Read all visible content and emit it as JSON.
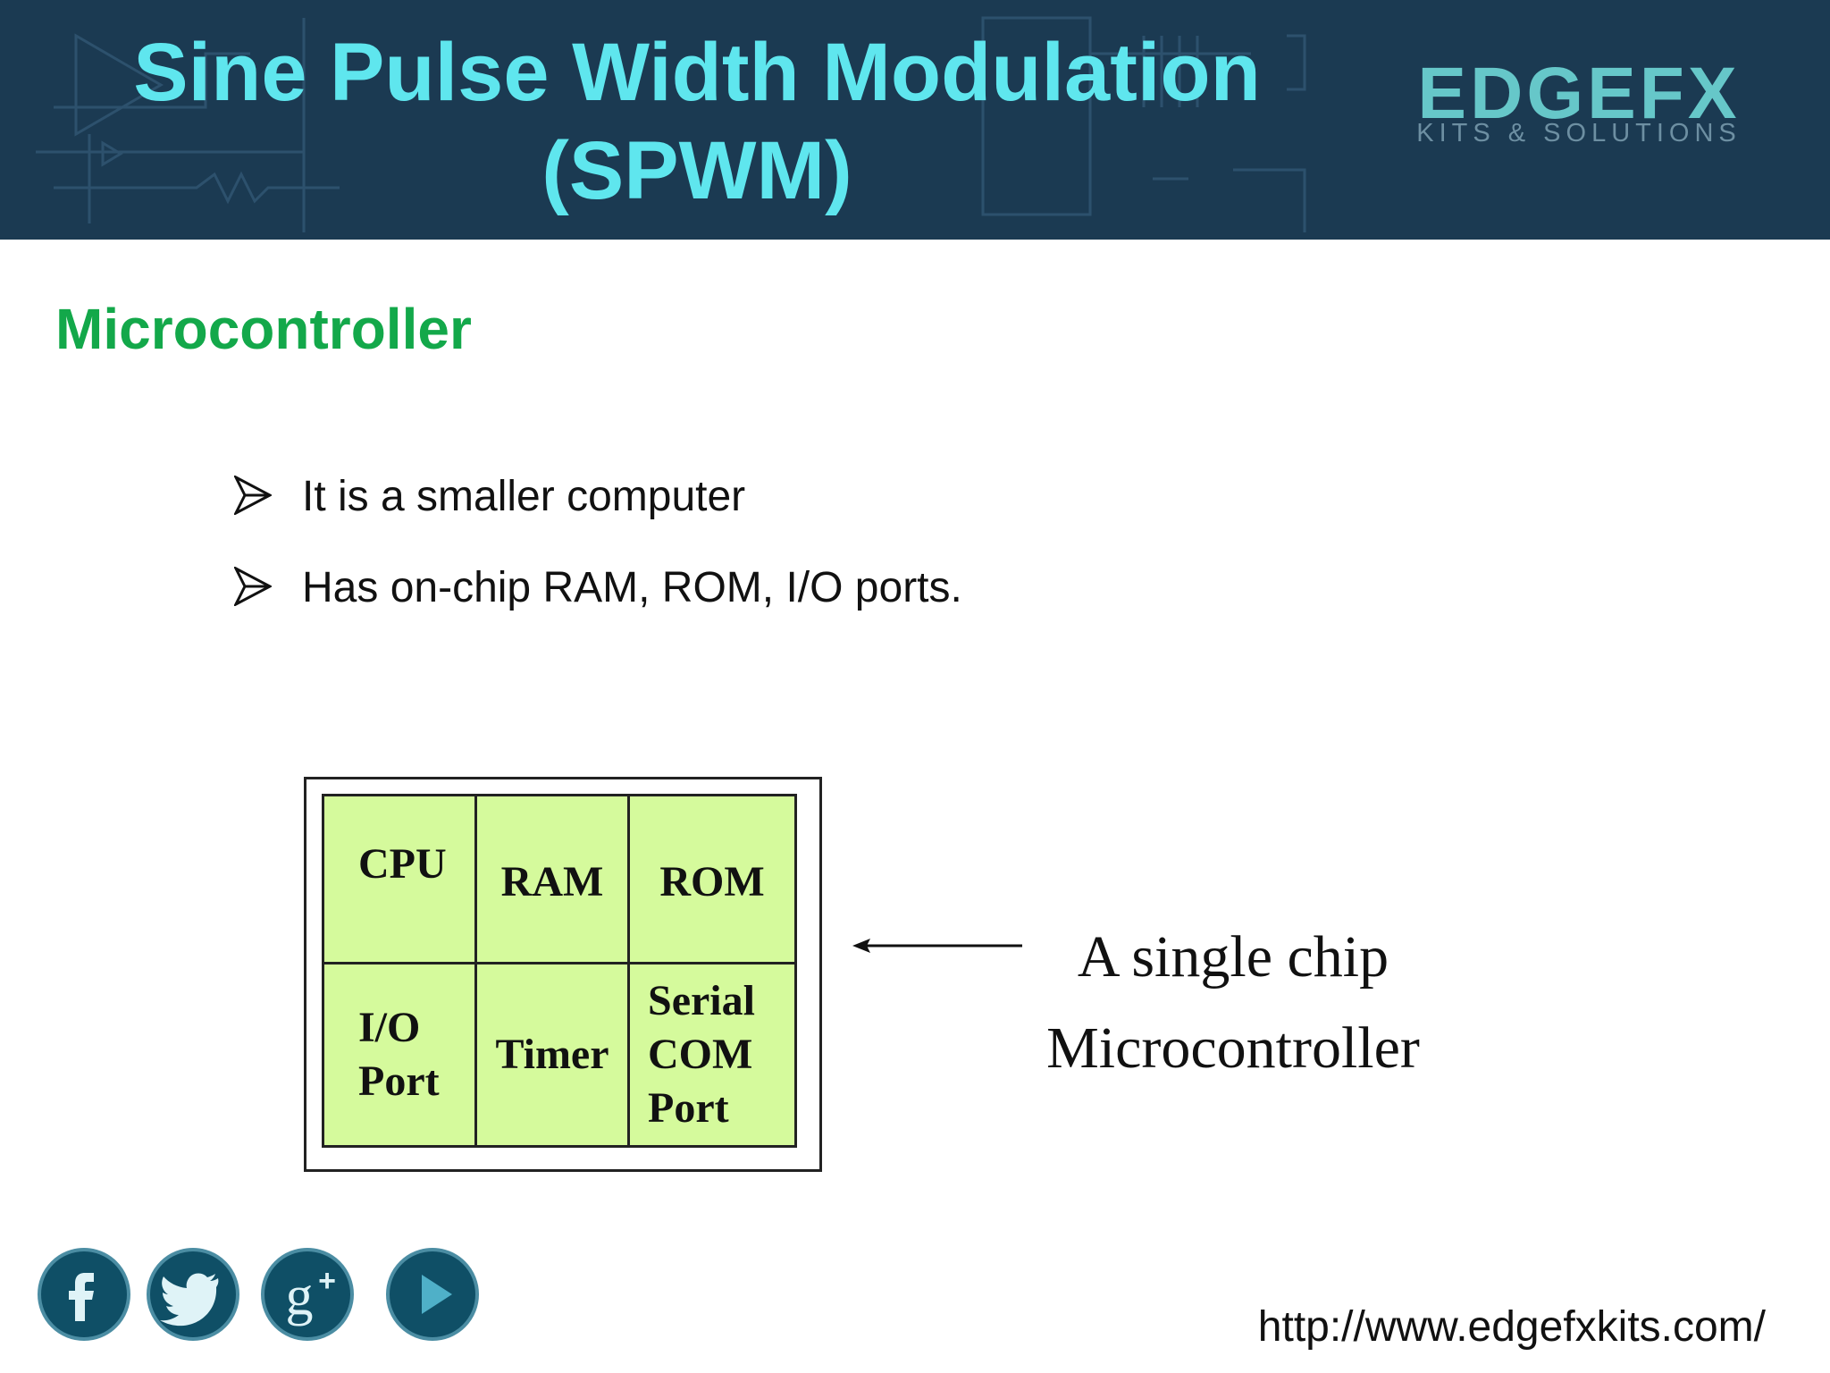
{
  "header": {
    "title_line1": "Sine Pulse Width Modulation",
    "title_line2": "(SPWM)",
    "logo_word": "EDGEFX",
    "logo_tagline": "KITS & SOLUTIONS",
    "background_color": "#1b3a52",
    "title_color": "#5fe6ee"
  },
  "section_title": "Microcontroller",
  "bullets": [
    "It is a smaller computer",
    "Has on-chip RAM, ROM, I/O ports."
  ],
  "diagram": {
    "cells": [
      [
        "CPU"
      ],
      [
        "RAM"
      ],
      [
        "ROM"
      ],
      [
        "I/O",
        "Port"
      ],
      [
        "Timer"
      ],
      [
        "Serial",
        "COM",
        "Port"
      ]
    ],
    "fill_color": "#d5fa9c",
    "caption_line1": "A single chip",
    "caption_line2": "Microcontroller"
  },
  "social_icons": [
    "facebook-icon",
    "twitter-icon",
    "google-plus-icon",
    "youtube-play-icon"
  ],
  "footer_url": "http://www.edgefxkits.com/"
}
